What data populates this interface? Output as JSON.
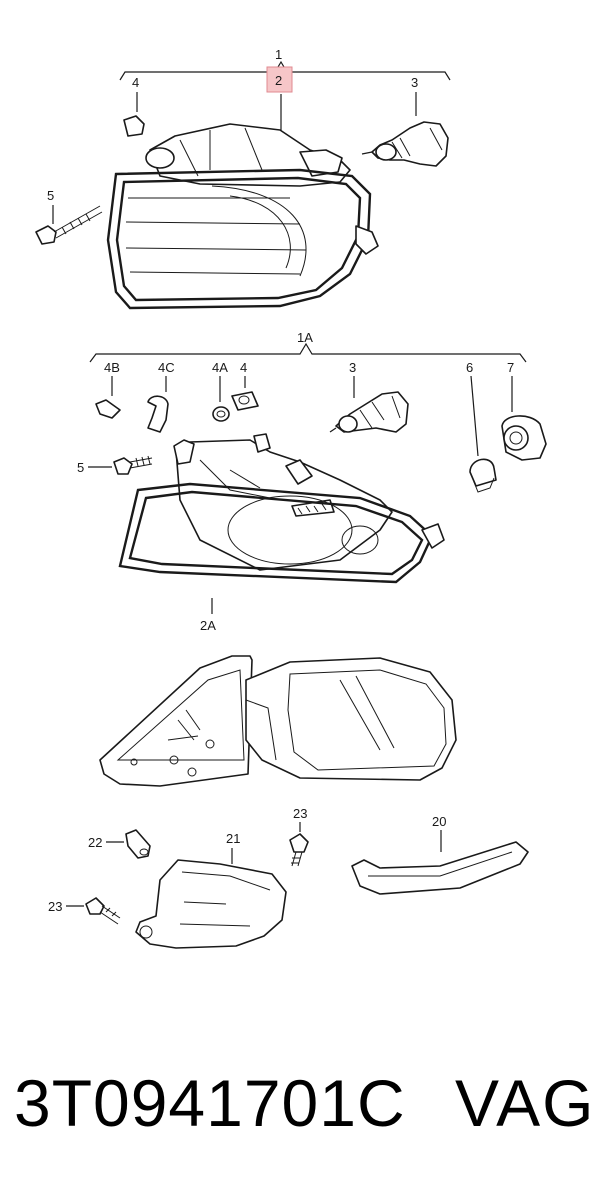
{
  "callouts": {
    "g1": {
      "group": "1",
      "c2": "2",
      "c4": "4",
      "c3": "3",
      "c5": "5"
    },
    "g2": {
      "group": "1A",
      "c4b": "4B",
      "c4c": "4C",
      "c4a": "4A",
      "c4": "4",
      "c3": "3",
      "c6": "6",
      "c7": "7",
      "c5": "5",
      "c2a": "2A"
    },
    "g3": {
      "c23a": "23",
      "c22": "22",
      "c21": "21",
      "c20": "20",
      "c23b": "23"
    }
  },
  "highlight_color": "#f6c6c8",
  "footer": {
    "part_number": "3T0941701C",
    "brand": "VAG"
  }
}
